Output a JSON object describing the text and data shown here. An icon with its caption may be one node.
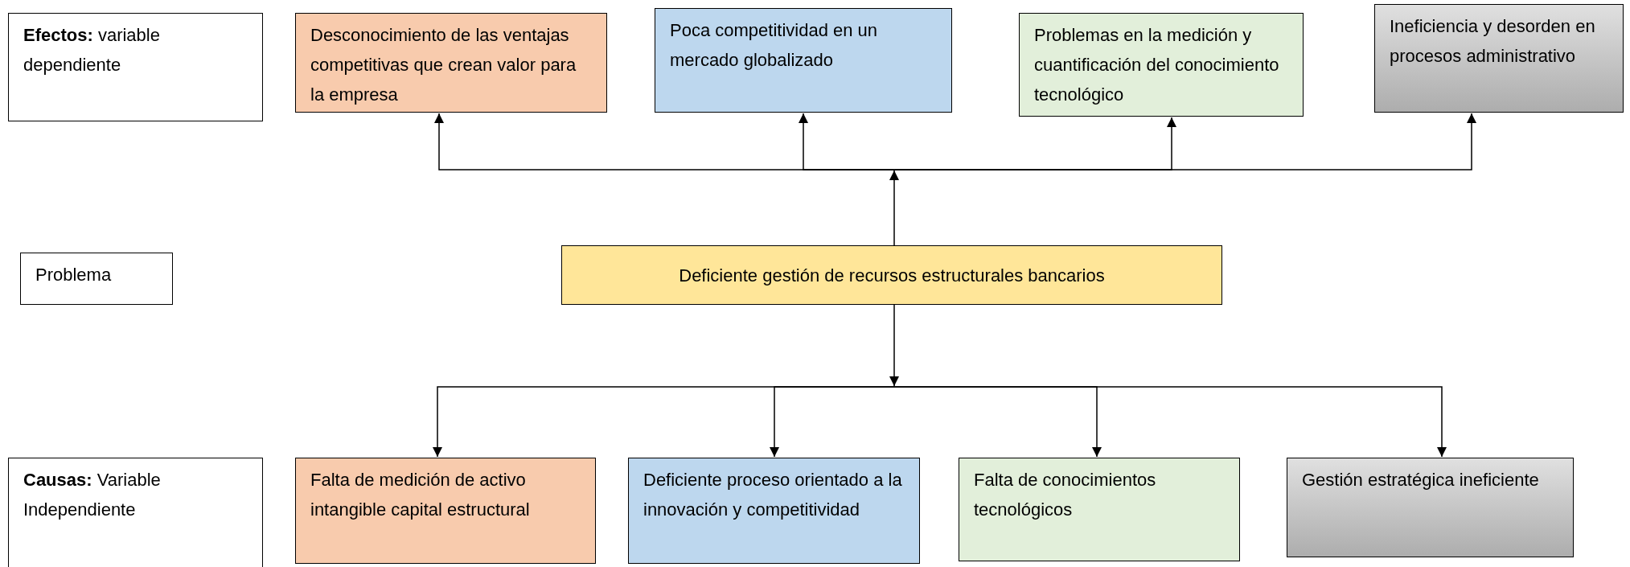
{
  "diagram": {
    "nodes": [
      {
        "text": [
          "**Efectos:** variable dependiente"
        ]
      },
      {
        "text": [
          "Desconocimiento de las ventajas competitivas que crean valor para la empresa"
        ]
      },
      {
        "text": [
          "Poca competitividad en un mercado globalizado"
        ]
      },
      {
        "text": [
          "Problemas en la medición y cuantificación del conocimiento tecnológico"
        ]
      },
      {
        "text": [
          "Ineficiencia y desorden en procesos administrativo"
        ]
      },
      {
        "text": [
          "Problema"
        ]
      },
      {
        "text": [
          "Deficiente gestión de recursos estructurales bancarios"
        ]
      },
      {
        "text": [
          "**Causas:** Variable Independiente"
        ]
      },
      {
        "text": [
          "Falta de medición de activo intangible capital estructural"
        ]
      },
      {
        "text": [
          "Deficiente proceso orientado a la innovación y competitividad"
        ]
      },
      {
        "text": [
          "Falta de conocimientos tecnológicos"
        ]
      },
      {
        "text": [
          "Gestión estratégica ineficiente"
        ]
      }
    ],
    "edges": [
      {
        "from": 6,
        "to": 1,
        "arrow": "to"
      },
      {
        "from": 6,
        "to": 2,
        "arrow": "to"
      },
      {
        "from": 6,
        "to": 3,
        "arrow": "to"
      },
      {
        "from": 6,
        "to": 4,
        "arrow": "to"
      },
      {
        "from": 6,
        "to": 8,
        "arrow": "to"
      },
      {
        "from": 6,
        "to": 9,
        "arrow": "to"
      },
      {
        "from": 6,
        "to": 10,
        "arrow": "to"
      },
      {
        "from": 6,
        "to": 11,
        "arrow": "to"
      }
    ]
  }
}
